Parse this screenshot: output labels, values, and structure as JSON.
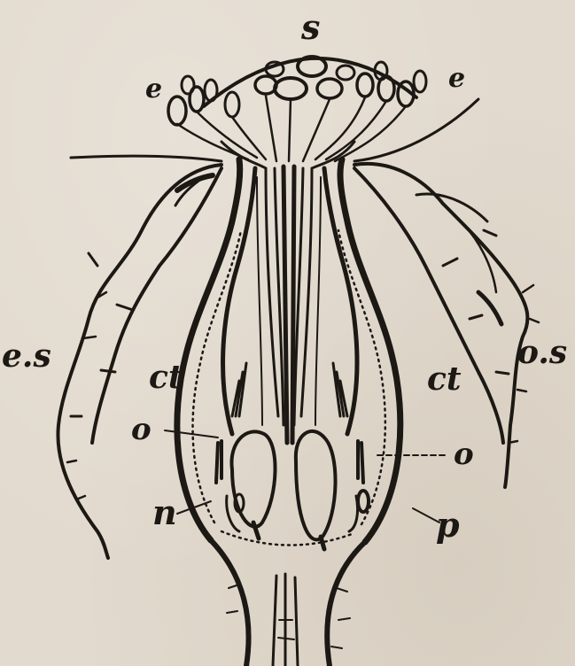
{
  "labels": {
    "top": "s",
    "left_upper": "e",
    "right_upper": "e",
    "left_side": "e.s",
    "right_side": "o.s",
    "left_ct": "ct",
    "right_ct": "ct",
    "left_o": "o",
    "right_o": "o",
    "left_bottom": "n",
    "right_bottom": "p"
  },
  "colors": {
    "ink": "#1c1814",
    "paper": "#e2dace"
  }
}
